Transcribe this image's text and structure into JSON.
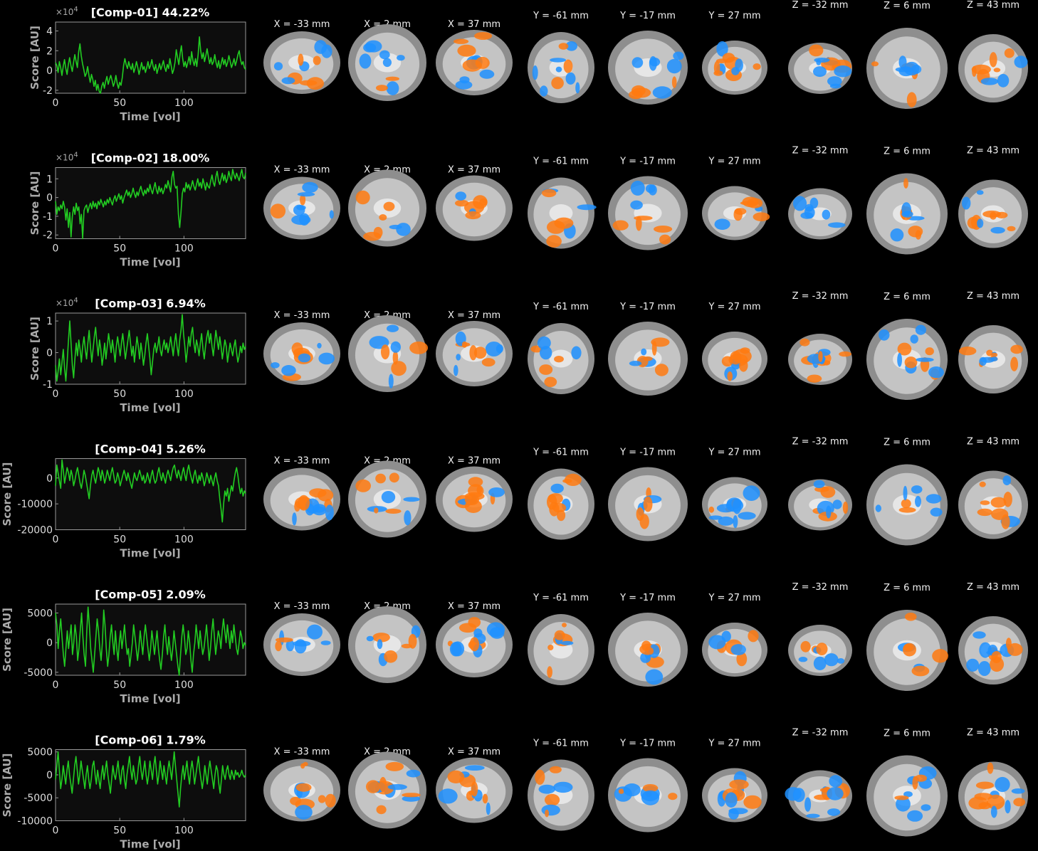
{
  "colors": {
    "background": "#000000",
    "trace": "#22cc22",
    "axis": "#999999",
    "positive": "#ff7a10",
    "negative": "#1e90ff"
  },
  "slice_labels": [
    "X = -33 mm",
    "X = 2 mm",
    "X = 37 mm",
    "Y = -61 mm",
    "Y = -17 mm",
    "Y = 27 mm",
    "Z = -32 mm",
    "Z = 6 mm",
    "Z = 43 mm"
  ],
  "chart_data": [
    {
      "type": "line",
      "title": "[Comp-01] 44.22%",
      "xlabel": "Time [vol]",
      "ylabel": "Score [AU]",
      "multiplier": "×10",
      "multiplier_exp": "4",
      "xlim": [
        0,
        148
      ],
      "ylim": [
        -2.3,
        4.9
      ],
      "xticks": [
        0,
        50,
        100
      ],
      "yticks": [
        -2,
        0,
        2,
        4
      ],
      "ytick_labels": [
        "-2",
        "0",
        "2",
        "4"
      ],
      "series": [
        {
          "values": [
            0.8,
            0.5,
            -0.2,
            0.9,
            0.3,
            -0.5,
            0.4,
            1.1,
            0.2,
            -0.4,
            0.6,
            1.3,
            0.5,
            -0.1,
            0.8,
            1.6,
            0.9,
            0.3,
            1.9,
            2.7,
            1.5,
            0.7,
            0.1,
            -0.6,
            -0.3,
            0.4,
            -0.5,
            -1.2,
            -0.4,
            -0.9,
            -1.6,
            -1.0,
            -2.0,
            -1.4,
            -2.1,
            -2.3,
            -1.6,
            -1.2,
            -1.8,
            -1.1,
            -0.6,
            -1.4,
            -0.9,
            -0.5,
            -1.0,
            -1.6,
            -1.2,
            -0.5,
            -1.3,
            -1.8,
            -1.2,
            -1.5,
            -0.7,
            0.5,
            1.2,
            0.6,
            0.2,
            0.9,
            0.4,
            0.1,
            0.7,
            -0.2,
            0.3,
            0.9,
            0.3,
            -0.4,
            0.2,
            0.8,
            0.1,
            0.4,
            -0.2,
            0.3,
            0.9,
            0.2,
            0.5,
            1.1,
            0.4,
            0.0,
            0.6,
            -0.3,
            0.2,
            0.7,
            0.1,
            0.5,
            1.0,
            0.3,
            -0.1,
            0.6,
            0.2,
            1.2,
            0.5,
            -0.3,
            0.1,
            0.8,
            2.1,
            1.3,
            0.6,
            1.7,
            2.5,
            1.2,
            0.4,
            0.9,
            0.3,
            0.8,
            1.4,
            0.6,
            1.9,
            1.0,
            0.5,
            1.2,
            0.4,
            1.6,
            3.4,
            2.0,
            1.2,
            1.8,
            0.9,
            1.5,
            2.2,
            1.4,
            0.7,
            1.3,
            0.6,
            0.9,
            1.6,
            0.8,
            0.3,
            1.0,
            0.2,
            0.7,
            1.3,
            0.6,
            1.1,
            0.4,
            0.8,
            1.5,
            0.9,
            0.3,
            0.7,
            1.2,
            0.5,
            1.0,
            1.6,
            2.0,
            1.1,
            0.6,
            0.9,
            0.3,
            0.1
          ]
        }
      ]
    },
    {
      "type": "line",
      "title": "[Comp-02] 18.00%",
      "xlabel": "Time [vol]",
      "ylabel": "Score [AU]",
      "multiplier": "×10",
      "multiplier_exp": "4",
      "xlim": [
        0,
        148
      ],
      "ylim": [
        -2.2,
        1.6
      ],
      "xticks": [
        0,
        50,
        100
      ],
      "yticks": [
        -2,
        -1,
        0,
        1
      ],
      "ytick_labels": [
        "-2",
        "-1",
        "0",
        "1"
      ],
      "series": [
        {
          "values": [
            -0.2,
            -0.9,
            -0.5,
            -0.7,
            -0.4,
            -0.6,
            -0.2,
            -0.5,
            -1.2,
            -0.6,
            -1.6,
            -0.8,
            -2.1,
            -1.0,
            -0.5,
            -0.9,
            -0.3,
            -0.7,
            -0.5,
            -1.4,
            -0.9,
            -2.2,
            -0.7,
            -0.5,
            -0.4,
            -0.8,
            -0.5,
            -0.3,
            -0.6,
            -0.2,
            -0.5,
            -0.3,
            -0.6,
            -0.2,
            -0.4,
            -0.1,
            -0.3,
            -0.5,
            -0.2,
            -0.4,
            -0.1,
            -0.3,
            0.0,
            -0.2,
            -0.4,
            -0.1,
            0.1,
            -0.2,
            0.0,
            0.2,
            -0.1,
            0.1,
            -0.3,
            0.0,
            0.2,
            0.4,
            0.1,
            0.3,
            0.0,
            0.2,
            0.5,
            0.2,
            0.0,
            0.3,
            0.1,
            0.4,
            0.6,
            0.3,
            0.1,
            0.4,
            0.2,
            0.5,
            0.3,
            0.7,
            0.4,
            0.2,
            0.5,
            0.8,
            0.4,
            0.2,
            0.6,
            0.3,
            0.5,
            0.2,
            0.4,
            0.7,
            0.5,
            0.9,
            0.6,
            0.3,
            1.1,
            1.4,
            0.7,
            0.5,
            0.6,
            -0.9,
            -1.6,
            -0.8,
            0.2,
            0.5,
            0.3,
            0.8,
            0.5,
            0.7,
            0.4,
            0.6,
            0.9,
            0.6,
            0.4,
            0.7,
            1.0,
            0.6,
            0.8,
            0.5,
            1.0,
            0.7,
            0.4,
            0.8,
            0.6,
            0.5,
            0.9,
            1.2,
            0.8,
            0.6,
            1.1,
            1.4,
            0.9,
            0.7,
            1.0,
            1.3,
            0.9,
            1.2,
            0.8,
            1.0,
            1.4,
            1.1,
            0.9,
            1.5,
            1.2,
            1.0,
            1.3,
            1.1,
            0.9,
            1.2,
            1.5,
            1.1,
            1.0,
            1.3
          ]
        }
      ]
    },
    {
      "type": "line",
      "title": "[Comp-03] 6.94%",
      "xlabel": "Time [vol]",
      "ylabel": "Score [AU]",
      "multiplier": "×10",
      "multiplier_exp": "4",
      "xlim": [
        0,
        148
      ],
      "ylim": [
        -1.0,
        1.25
      ],
      "xticks": [
        0,
        50,
        100
      ],
      "yticks": [
        -1,
        0,
        1
      ],
      "ytick_labels": [
        "-1",
        "0",
        "1"
      ],
      "series": [
        {
          "values": [
            -0.4,
            -0.9,
            -0.6,
            -0.2,
            -0.7,
            -0.3,
            0.1,
            -0.5,
            -0.9,
            -0.3,
            0.4,
            1.0,
            0.3,
            -0.4,
            -0.8,
            -0.2,
            0.3,
            -0.1,
            0.4,
            0.1,
            -0.3,
            0.2,
            0.5,
            0.1,
            -0.2,
            0.3,
            0.7,
            0.2,
            -0.3,
            0.1,
            0.5,
            0.8,
            0.3,
            -0.1,
            0.4,
            0.1,
            -0.4,
            -0.1,
            0.3,
            -0.2,
            0.2,
            0.6,
            0.3,
            0.0,
            0.4,
            0.1,
            -0.3,
            0.2,
            0.5,
            0.2,
            -0.1,
            0.3,
            0.6,
            0.2,
            -0.2,
            0.1,
            0.4,
            0.7,
            0.3,
            -0.1,
            0.2,
            -0.3,
            0.1,
            0.5,
            0.2,
            -0.2,
            0.3,
            0.0,
            -0.4,
            -0.1,
            0.3,
            0.6,
            0.2,
            -0.2,
            -0.7,
            -0.3,
            0.1,
            0.3,
            0.0,
            0.2,
            0.5,
            0.1,
            -0.1,
            0.2,
            0.4,
            0.1,
            0.3,
            0.0,
            0.2,
            0.5,
            0.2,
            -0.1,
            0.3,
            0.6,
            0.2,
            -0.1,
            0.4,
            0.7,
            1.2,
            0.6,
            0.2,
            -0.3,
            0.1,
            0.5,
            0.2,
            0.6,
            0.8,
            0.3,
            0.0,
            0.4,
            0.2,
            -0.1,
            0.3,
            0.6,
            0.1,
            -0.2,
            0.2,
            0.5,
            0.7,
            0.3,
            0.6,
            0.2,
            -0.1,
            0.3,
            0.7,
            0.4,
            0.1,
            0.5,
            0.2,
            -0.2,
            0.1,
            0.4,
            0.2,
            -0.3,
            0.0,
            0.3,
            0.1,
            -0.1,
            0.2,
            0.4,
            0.0,
            -0.3,
            -0.1,
            0.2,
            0.0,
            0.3,
            0.1,
            0.2
          ]
        }
      ]
    },
    {
      "type": "line",
      "title": "[Comp-04] 5.26%",
      "xlabel": "Time [vol]",
      "ylabel": "Score [AU]",
      "multiplier": "",
      "multiplier_exp": "",
      "xlim": [
        0,
        148
      ],
      "ylim": [
        -20000,
        7500
      ],
      "xticks": [
        0,
        50,
        100
      ],
      "yticks": [
        -20000,
        -10000,
        0
      ],
      "ytick_labels": [
        "-20000",
        "-10000",
        "0"
      ],
      "series": [
        {
          "values": [
            -3000,
            5000,
            2000,
            -1000,
            -4000,
            7000,
            3000,
            -2000,
            1000,
            4000,
            2000,
            -1000,
            3000,
            1000,
            -3000,
            -1000,
            2000,
            4000,
            1000,
            -2000,
            -4000,
            -1000,
            3000,
            1000,
            -2000,
            -5000,
            -8000,
            -3000,
            1000,
            3000,
            0,
            -2000,
            1000,
            4000,
            2000,
            -1000,
            3000,
            1000,
            -2000,
            0,
            3000,
            1000,
            -1000,
            2000,
            4000,
            1000,
            -2000,
            -1000,
            2000,
            0,
            -3000,
            -1000,
            1000,
            3000,
            1000,
            -1000,
            2000,
            0,
            -2000,
            -4000,
            -1000,
            2000,
            0,
            -1000,
            1000,
            3000,
            1000,
            -1000,
            1000,
            -2000,
            -1000,
            2000,
            0,
            -2000,
            1000,
            3000,
            0,
            -2000,
            -1000,
            2000,
            4000,
            1000,
            -1000,
            2000,
            0,
            -2000,
            1000,
            3000,
            1000,
            -1000,
            2000,
            4000,
            5000,
            2000,
            0,
            3000,
            1000,
            -1000,
            2000,
            4000,
            1000,
            -1000,
            3000,
            5000,
            2000,
            0,
            -2000,
            1000,
            3000,
            0,
            -2000,
            1000,
            -1000,
            2000,
            0,
            -3000,
            -1000,
            2000,
            0,
            -2000,
            1000,
            -1000,
            -3000,
            0,
            2000,
            -1000,
            -3000,
            -8000,
            -12000,
            -17000,
            -10000,
            -5000,
            -7000,
            -4000,
            -9000,
            -6000,
            -3000,
            -5000,
            -1000,
            2000,
            4000,
            1000,
            -3000,
            -6000,
            -4000,
            -7000,
            -5000,
            -6000
          ]
        }
      ]
    },
    {
      "type": "line",
      "title": "[Comp-05] 2.09%",
      "xlabel": "Time [vol]",
      "ylabel": "Score [AU]",
      "multiplier": "",
      "multiplier_exp": "",
      "xlim": [
        0,
        148
      ],
      "ylim": [
        -5500,
        6500
      ],
      "xticks": [
        0,
        50,
        100
      ],
      "yticks": [
        -5000,
        0,
        5000
      ],
      "ytick_labels": [
        "-5000",
        "0",
        "5000"
      ],
      "series": [
        {
          "values": [
            5000,
            3000,
            -1000,
            2000,
            4000,
            1000,
            -2000,
            -4000,
            -1000,
            2000,
            -1000,
            1000,
            3000,
            -2000,
            0,
            3000,
            1000,
            -3000,
            -1000,
            2000,
            5000,
            1000,
            -2000,
            -4000,
            2000,
            6000,
            3000,
            -1000,
            -3000,
            -5000,
            -2000,
            1000,
            4000,
            2000,
            -1000,
            -3000,
            0,
            5500,
            3000,
            -1000,
            -4000,
            -2000,
            1000,
            3000,
            0,
            -2000,
            2000,
            -1000,
            -3000,
            0,
            2000,
            -1000,
            1000,
            3000,
            0,
            -2000,
            -1000,
            -4000,
            -2000,
            0,
            3000,
            1000,
            -1000,
            -3000,
            -1000,
            2000,
            0,
            -2000,
            1000,
            3000,
            1000,
            -1000,
            -3000,
            -1000,
            2000,
            0,
            -2000,
            0,
            2000,
            -1000,
            -3000,
            -4500,
            -2000,
            1000,
            3000,
            0,
            -2000,
            1000,
            -1000,
            -3000,
            -1000,
            2000,
            0,
            -2000,
            -4000,
            -5500,
            -2000,
            1000,
            3000,
            1000,
            -2000,
            -1000,
            2000,
            0,
            -3000,
            -5000,
            -2000,
            0,
            3000,
            1000,
            -1000,
            2000,
            0,
            -2000,
            -1000,
            1000,
            3000,
            0,
            -3000,
            -1000,
            2000,
            4000,
            1000,
            -2000,
            0,
            2000,
            1000,
            -1000,
            2000,
            4000,
            2000,
            0,
            3000,
            1000,
            -1000,
            2000,
            0,
            3000,
            1000,
            -1000,
            -2000,
            0,
            2000,
            1000,
            -1000,
            0,
            -500
          ]
        }
      ]
    },
    {
      "type": "line",
      "title": "[Comp-06] 1.79%",
      "xlabel": "Time [vol]",
      "ylabel": "Score [AU]",
      "multiplier": "",
      "multiplier_exp": "",
      "xlim": [
        0,
        148
      ],
      "ylim": [
        -10000,
        5500
      ],
      "xticks": [
        0,
        50,
        100
      ],
      "yticks": [
        -10000,
        -5000,
        0,
        5000
      ],
      "ytick_labels": [
        "-10000",
        "-5000",
        "0",
        "5000"
      ],
      "series": [
        {
          "values": [
            -1000,
            2000,
            5000,
            1000,
            -3000,
            -1000,
            2000,
            0,
            -2000,
            1000,
            3000,
            0,
            -2000,
            -4000,
            -1000,
            2000,
            4000,
            1000,
            -2000,
            0,
            3000,
            1000,
            -1000,
            -3000,
            0,
            2000,
            -1000,
            -3000,
            -1000,
            2000,
            3000,
            0,
            -2000,
            1000,
            -1000,
            -3000,
            0,
            2000,
            -1000,
            1000,
            3000,
            0,
            -2000,
            -4000,
            -1000,
            2000,
            0,
            -1000,
            1000,
            3000,
            0,
            -2000,
            1000,
            2000,
            -1000,
            -3000,
            0,
            2000,
            4000,
            1000,
            -1000,
            2000,
            0,
            -2000,
            -1000,
            2000,
            4000,
            1000,
            -1000,
            1000,
            3000,
            0,
            -2000,
            0,
            3000,
            1000,
            -1000,
            2000,
            4000,
            1000,
            -2000,
            0,
            3000,
            1000,
            -1000,
            2000,
            0,
            -2000,
            1000,
            3000,
            1000,
            -1000,
            2000,
            5000,
            2000,
            -1000,
            -4000,
            -7000,
            -3000,
            0,
            2000,
            -1000,
            1000,
            3000,
            0,
            -2000,
            1000,
            3000,
            1000,
            -2000,
            0,
            2000,
            4000,
            1000,
            -1000,
            -3000,
            -1000,
            2000,
            0,
            -2000,
            1000,
            3000,
            1000,
            -1000,
            -3000,
            0,
            2000,
            1000,
            -2000,
            -4000,
            -1000,
            2000,
            0,
            -1000,
            1000,
            2000,
            0,
            -1000,
            1000,
            0,
            -1000,
            1000,
            0,
            500,
            -500,
            0,
            1000,
            0,
            -500,
            0
          ]
        }
      ]
    }
  ]
}
